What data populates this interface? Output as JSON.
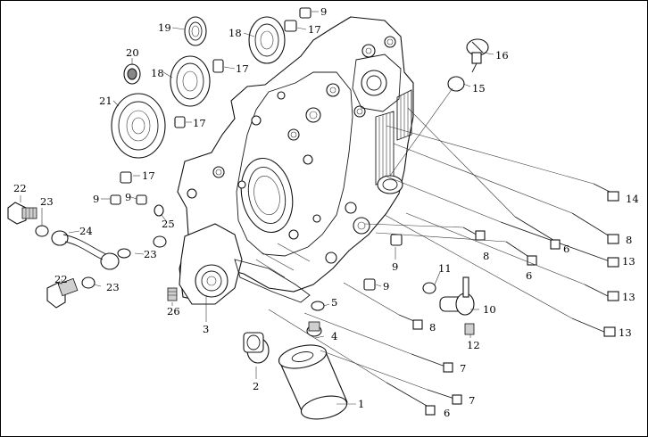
{
  "callouts": [
    {
      "id": "c1",
      "text": "1"
    },
    {
      "id": "c2",
      "text": "2"
    },
    {
      "id": "c3",
      "text": "3"
    },
    {
      "id": "c4",
      "text": "4"
    },
    {
      "id": "c5",
      "text": "5"
    },
    {
      "id": "c6a",
      "text": "6"
    },
    {
      "id": "c6b",
      "text": "6"
    },
    {
      "id": "c6c",
      "text": "6"
    },
    {
      "id": "c7a",
      "text": "7"
    },
    {
      "id": "c7b",
      "text": "7"
    },
    {
      "id": "c8a",
      "text": "8"
    },
    {
      "id": "c8b",
      "text": "8"
    },
    {
      "id": "c8c",
      "text": "8"
    },
    {
      "id": "c9a",
      "text": "9"
    },
    {
      "id": "c9b",
      "text": "9"
    },
    {
      "id": "c9c",
      "text": "9"
    },
    {
      "id": "c9d",
      "text": "9"
    },
    {
      "id": "c9e",
      "text": "9"
    },
    {
      "id": "c10",
      "text": "10"
    },
    {
      "id": "c11",
      "text": "11"
    },
    {
      "id": "c12",
      "text": "12"
    },
    {
      "id": "c13a",
      "text": "13"
    },
    {
      "id": "c13b",
      "text": "13"
    },
    {
      "id": "c13c",
      "text": "13"
    },
    {
      "id": "c14",
      "text": "14"
    },
    {
      "id": "c15",
      "text": "15"
    },
    {
      "id": "c16",
      "text": "16"
    },
    {
      "id": "c17a",
      "text": "17"
    },
    {
      "id": "c17b",
      "text": "17"
    },
    {
      "id": "c17c",
      "text": "17"
    },
    {
      "id": "c17d",
      "text": "17"
    },
    {
      "id": "c18a",
      "text": "18"
    },
    {
      "id": "c18b",
      "text": "18"
    },
    {
      "id": "c19",
      "text": "19"
    },
    {
      "id": "c20",
      "text": "20"
    },
    {
      "id": "c21",
      "text": "21"
    },
    {
      "id": "c22a",
      "text": "22"
    },
    {
      "id": "c22b",
      "text": "22"
    },
    {
      "id": "c23a",
      "text": "23"
    },
    {
      "id": "c23b",
      "text": "23"
    },
    {
      "id": "c23c",
      "text": "23"
    },
    {
      "id": "c24",
      "text": "24"
    },
    {
      "id": "c25",
      "text": "25"
    },
    {
      "id": "c26",
      "text": "26"
    }
  ]
}
